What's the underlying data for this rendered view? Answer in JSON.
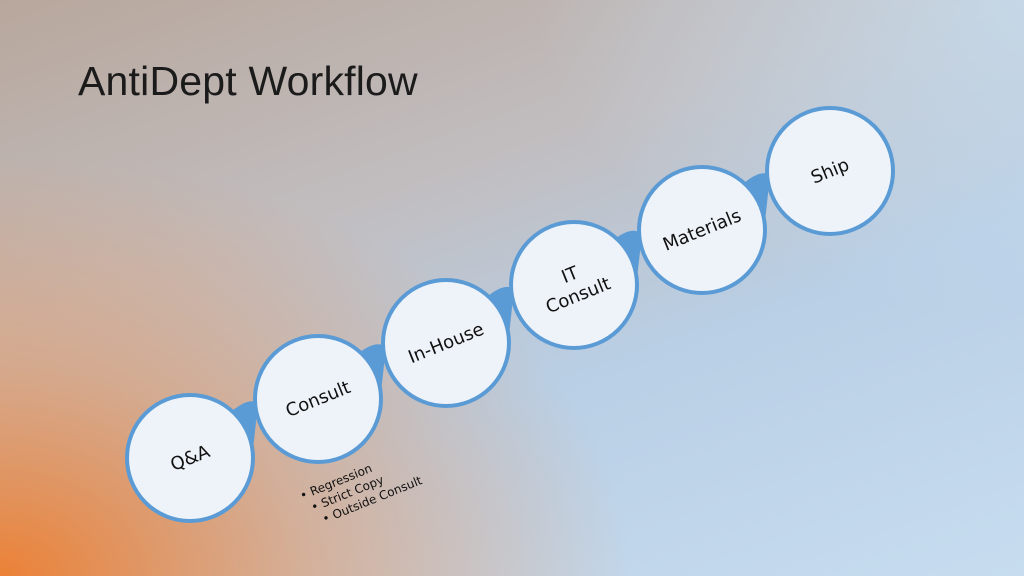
{
  "slide": {
    "title": "AntiDept Workflow"
  },
  "diagram": {
    "steps": [
      {
        "label_lines": [
          "Q&A"
        ]
      },
      {
        "label_lines": [
          "Consult"
        ]
      },
      {
        "label_lines": [
          "In-House"
        ]
      },
      {
        "label_lines": [
          "IT",
          "Consult"
        ]
      },
      {
        "label_lines": [
          "Materials"
        ]
      },
      {
        "label_lines": [
          "Ship"
        ]
      }
    ],
    "consult_notes": [
      "Regression",
      "Strict Copy",
      "Outside Consult"
    ],
    "colors": {
      "circle_fill": "#eef3f9",
      "circle_border": "#5b9bd5",
      "connector": "#5b9bd5"
    }
  }
}
